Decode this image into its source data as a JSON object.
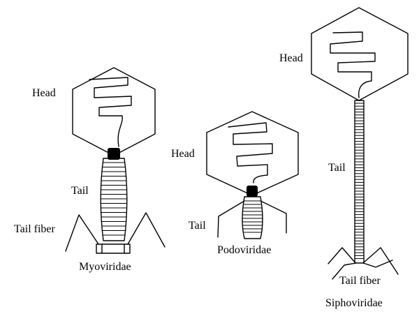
{
  "phages": {
    "myoviridae": {
      "name": "Myoviridae",
      "head_label": "Head",
      "tail_label": "Tail",
      "tail_fiber_label": "Tail fiber"
    },
    "podoviridae": {
      "name": "Podoviridae",
      "head_label": "Head",
      "tail_label": "Tail"
    },
    "siphoviridae": {
      "name": "Siphoviridae",
      "head_label": "Head",
      "tail_label": "Tail",
      "tail_fiber_label": "Tail fiber"
    }
  }
}
